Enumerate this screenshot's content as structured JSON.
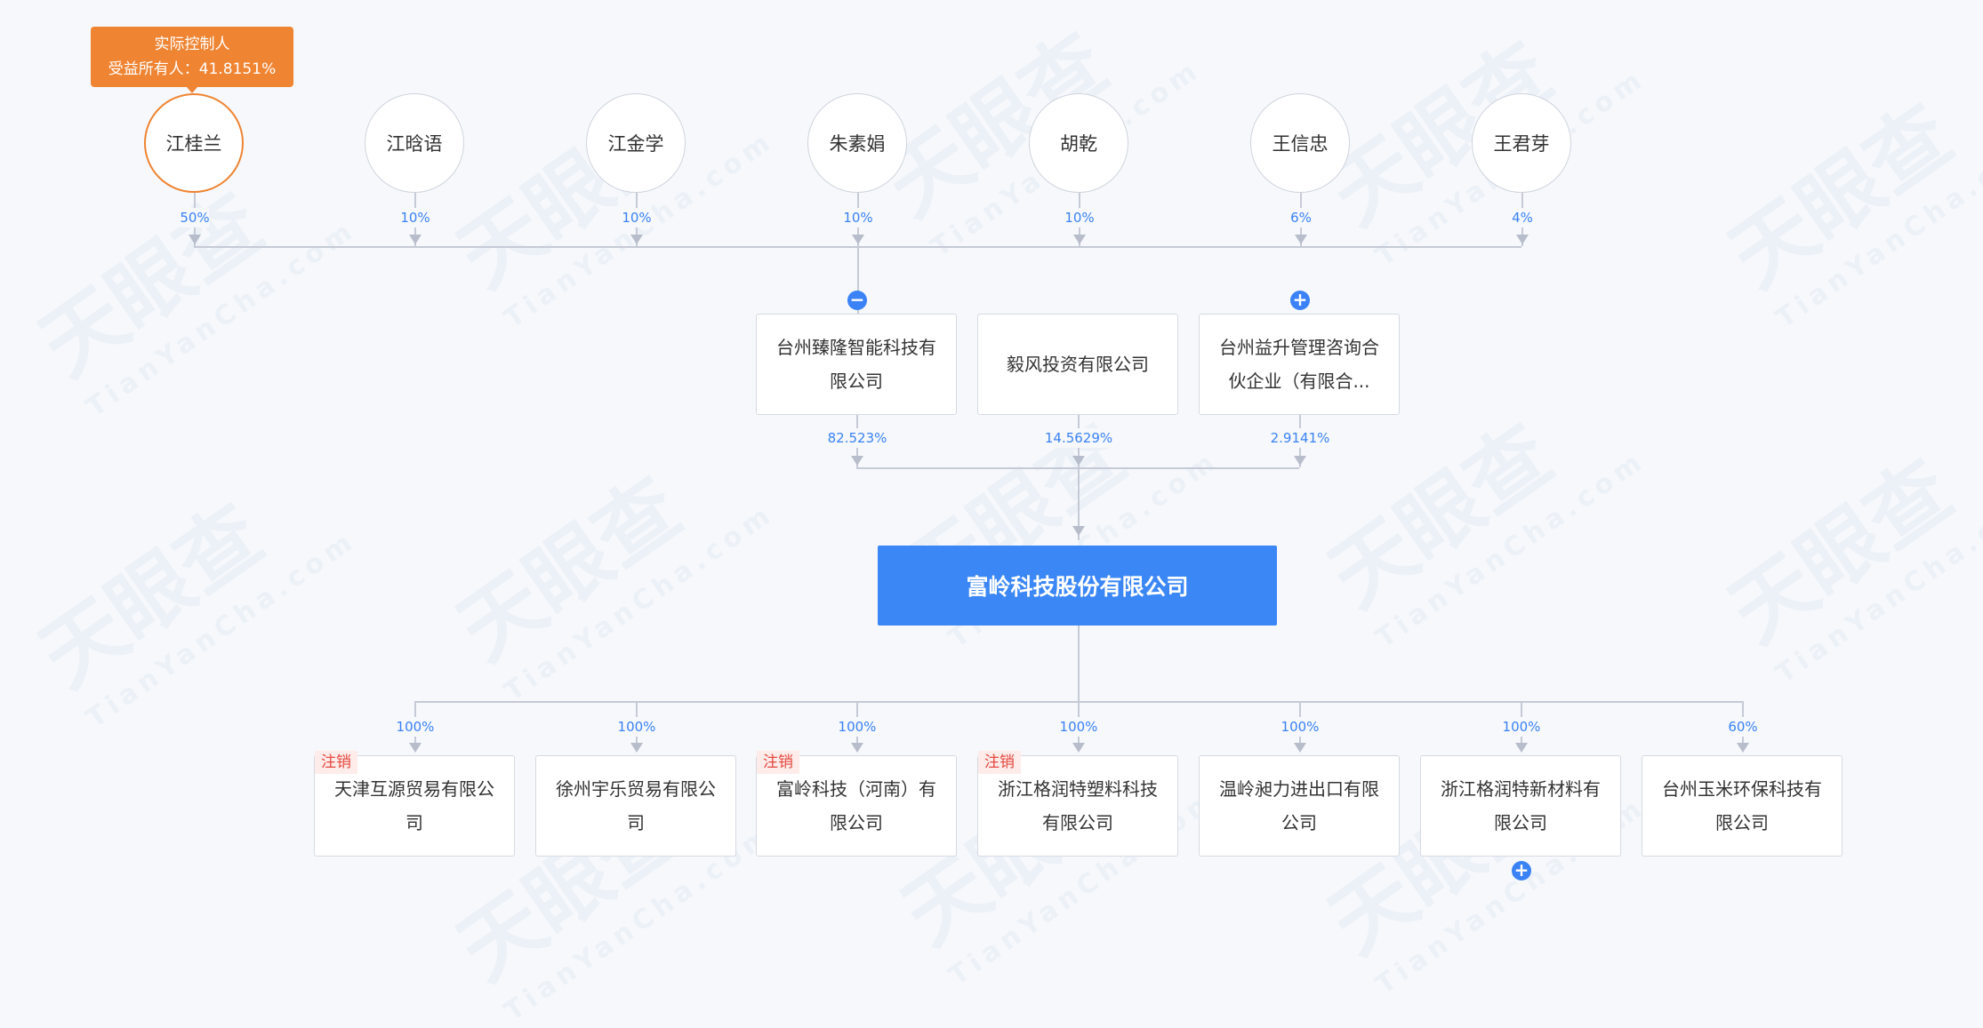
{
  "watermark": {
    "text": "天眼查",
    "sub": "TianYanCha.com"
  },
  "tooltip": {
    "line1": "实际控制人",
    "line2": "受益所有人：41.8151%"
  },
  "shareholders": [
    {
      "name": "江桂兰",
      "percent": "50%",
      "controller": true
    },
    {
      "name": "江晗语",
      "percent": "10%"
    },
    {
      "name": "江金学",
      "percent": "10%"
    },
    {
      "name": "朱素娟",
      "percent": "10%"
    },
    {
      "name": "胡乾",
      "percent": "10%"
    },
    {
      "name": "王信忠",
      "percent": "6%"
    },
    {
      "name": "王君芽",
      "percent": "4%"
    }
  ],
  "corporate_holders": [
    {
      "name": "台州臻隆智能科技有限公司",
      "percent": "82.523%",
      "toggle": "−"
    },
    {
      "name": "毅风投资有限公司",
      "percent": "14.5629%"
    },
    {
      "name": "台州益升管理咨询合伙企业（有限合...",
      "percent": "2.9141%",
      "toggle": "+"
    }
  ],
  "company": {
    "name": "富岭科技股份有限公司"
  },
  "subsidiaries": [
    {
      "name": "天津互源贸易有限公司",
      "percent": "100%",
      "status": "注销"
    },
    {
      "name": "徐州宇乐贸易有限公司",
      "percent": "100%"
    },
    {
      "name": "富岭科技（河南）有限公司",
      "percent": "100%",
      "status": "注销"
    },
    {
      "name": "浙江格润特塑料科技有限公司",
      "percent": "100%",
      "status": "注销"
    },
    {
      "name": "温岭昶力进出口有限公司",
      "percent": "100%"
    },
    {
      "name": "浙江格润特新材料有限公司",
      "percent": "100%",
      "toggle": "+"
    },
    {
      "name": "台州玉米环保科技有限公司",
      "percent": "60%"
    }
  ]
}
